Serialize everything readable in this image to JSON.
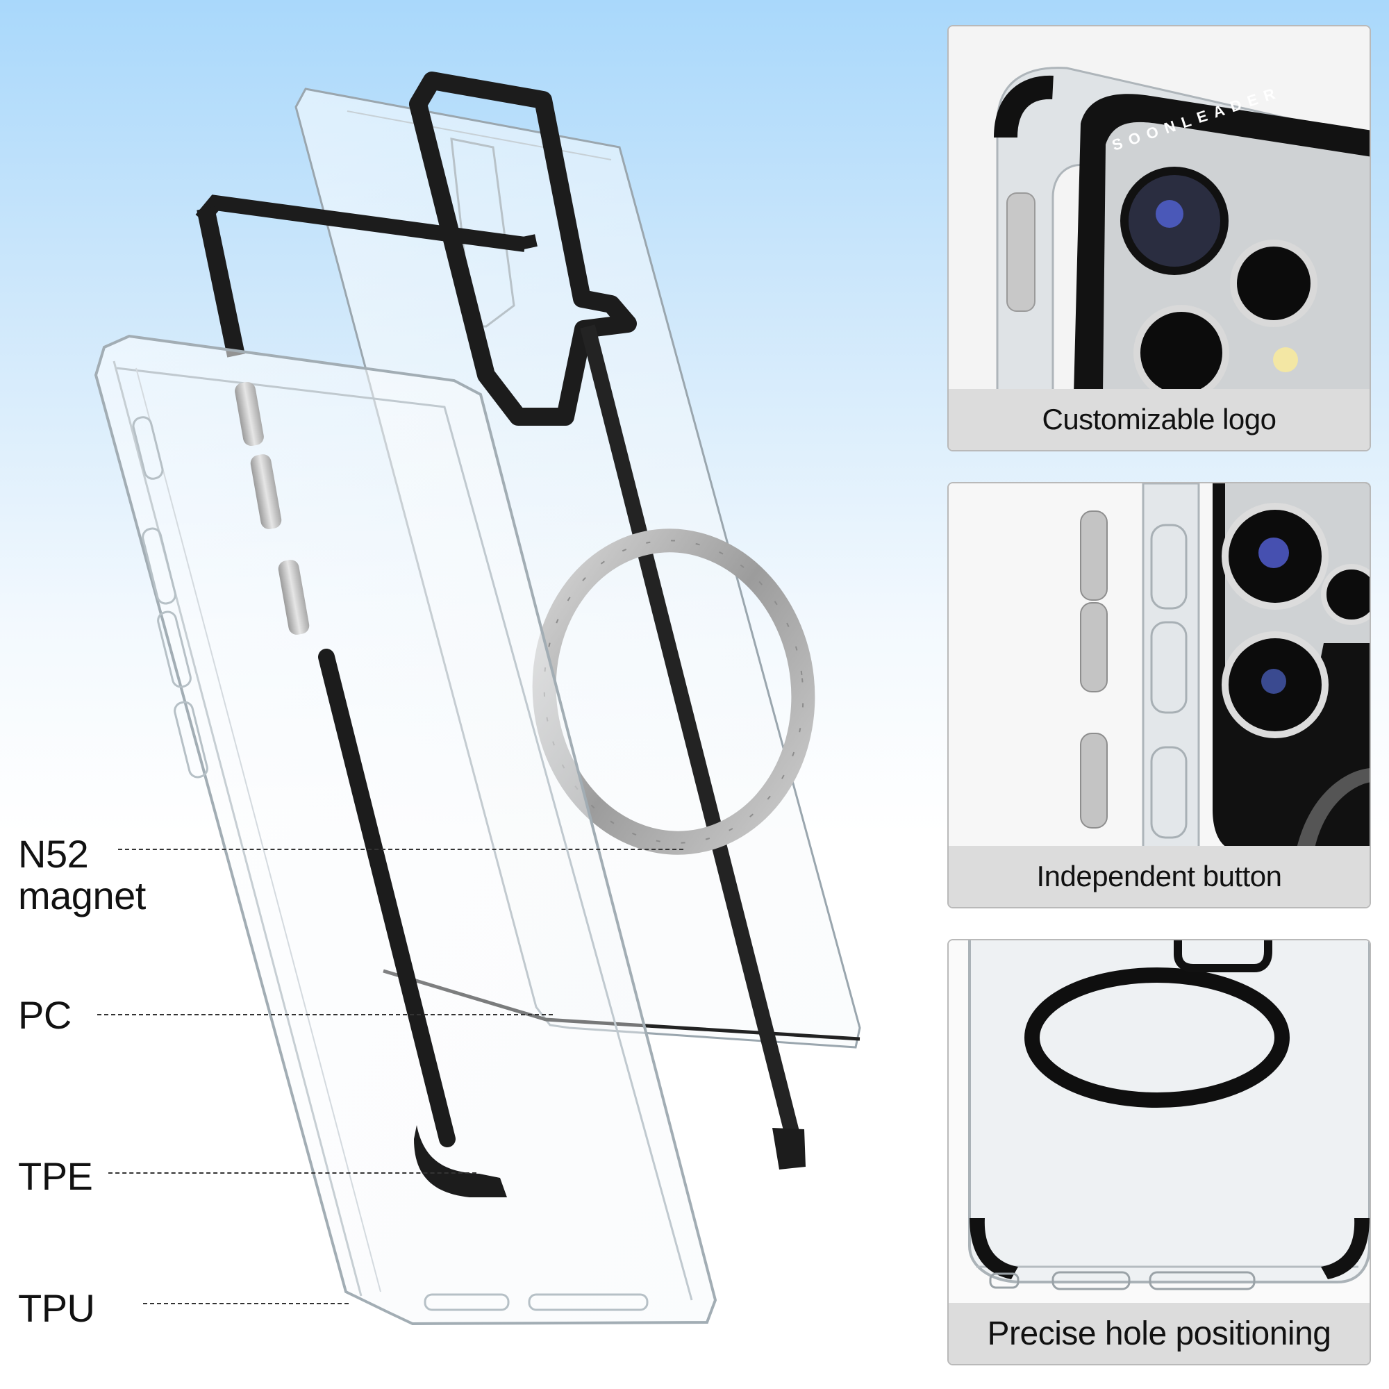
{
  "layer_labels": {
    "n52_magnet": "N52\nmagnet",
    "pc": "PC",
    "tpe": "TPE",
    "tpu": "TPU"
  },
  "features": [
    {
      "caption": "Customizable logo",
      "logo_text": "SOONLEADER"
    },
    {
      "caption": "Independent button"
    },
    {
      "caption": "Precise hole positioning"
    }
  ],
  "colors": {
    "sky_top": "#a9d8fb",
    "caption_bar": "#dcdcdc",
    "tpe_black": "#1c1c1c",
    "magnet_silver": "#a8a8a8"
  }
}
